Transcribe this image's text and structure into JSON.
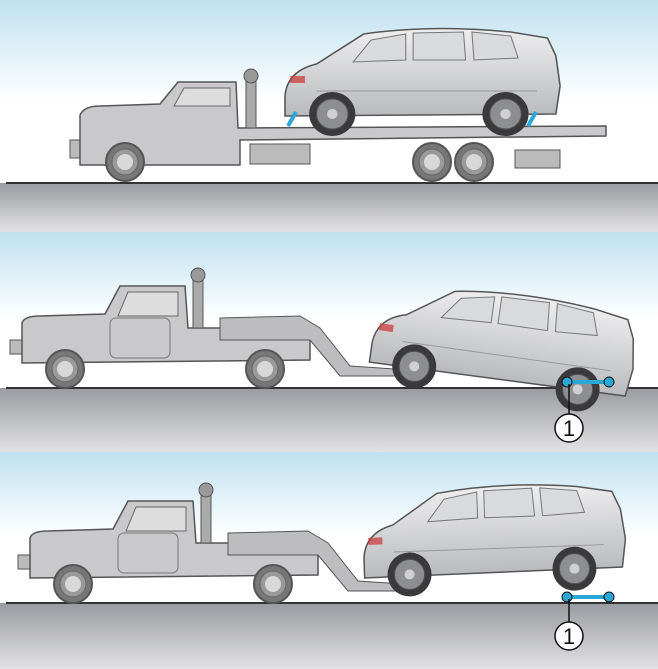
{
  "panels": [
    {
      "name": "flatbed-towing",
      "callout": null
    },
    {
      "name": "wheel-lift-front-raised-rear-dolly",
      "callout": "1"
    },
    {
      "name": "wheel-lift-front-raised-rear-dolly-alt",
      "callout": "1"
    }
  ],
  "colors": {
    "sky_top": "#bfe1f0",
    "ground_top": "#9a9ba0",
    "ground_bottom": "#e2e2e4",
    "truck_body": "#c9c9cb",
    "car_body": "#d4d5d7",
    "dolly_accent": "#29a8d6"
  }
}
